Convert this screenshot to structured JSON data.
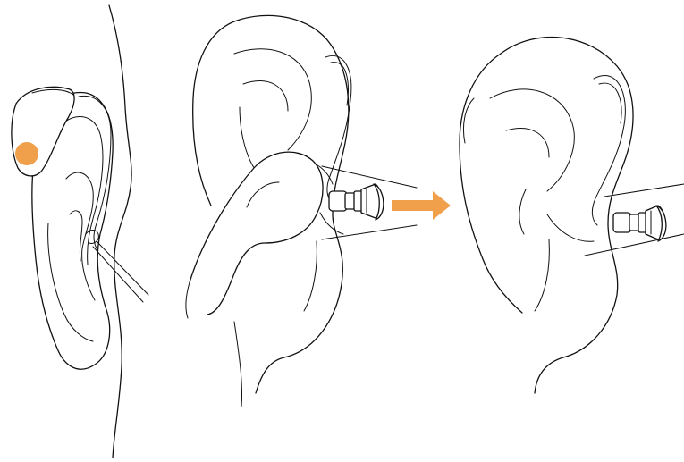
{
  "illustration": {
    "panels": [
      "hearing-aid-behind-ear",
      "inserting-earpiece",
      "earpiece-in-canal"
    ],
    "arrow_direction": "right"
  },
  "colors": {
    "accent": "#F0A04B",
    "line": "#111111",
    "background": "#FFFFFF"
  },
  "icons": [
    "push-button-icon",
    "direction-arrow-icon"
  ]
}
